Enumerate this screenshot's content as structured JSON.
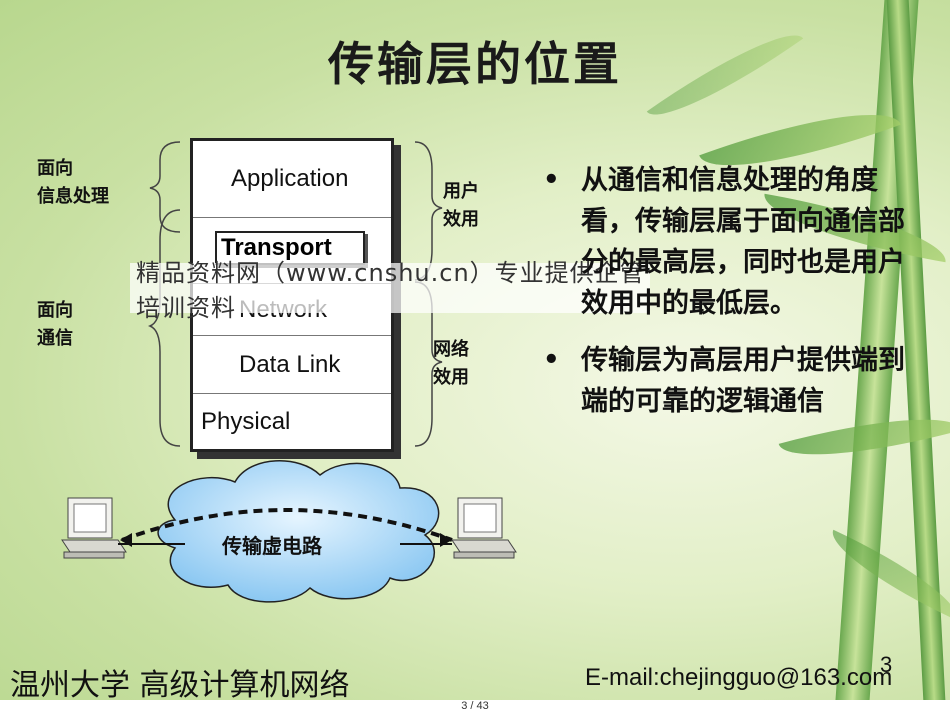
{
  "slide": {
    "title": "传输层的位置",
    "brace_labels": {
      "left_top": [
        "面向",
        "信息处理"
      ],
      "left_bottom": [
        "面向",
        "通信"
      ],
      "right_top": [
        "用户",
        "效用"
      ],
      "right_bottom": [
        "网络",
        "效用"
      ]
    },
    "layers": [
      "Application",
      "Transport",
      "Network",
      "Data Link",
      "Physical"
    ],
    "watermark": "精品资料网（www.cnshu.cn）专业提供企管培训资料",
    "bullets": [
      "从通信和信息处理的角度看，传输层属于面向通信部分的最高层，同时也是用户效用中的最低层。",
      "传输层为高层用户提供端到端的可靠的逻辑通信"
    ],
    "cloud_label": "传输虚电路",
    "footer": {
      "left": "温州大学 高级计算机网络",
      "email": "E-mail:chejingguo@163.com",
      "slide_number": "3"
    },
    "pager": "3 / 43"
  },
  "colors": {
    "bg_light": "#f4f8e6",
    "bg_green": "#b8d78e",
    "cloud": "#8cc8f2"
  },
  "icons": [
    "computer-icon",
    "computer-icon",
    "cloud-icon",
    "bullet-dot-icon"
  ]
}
